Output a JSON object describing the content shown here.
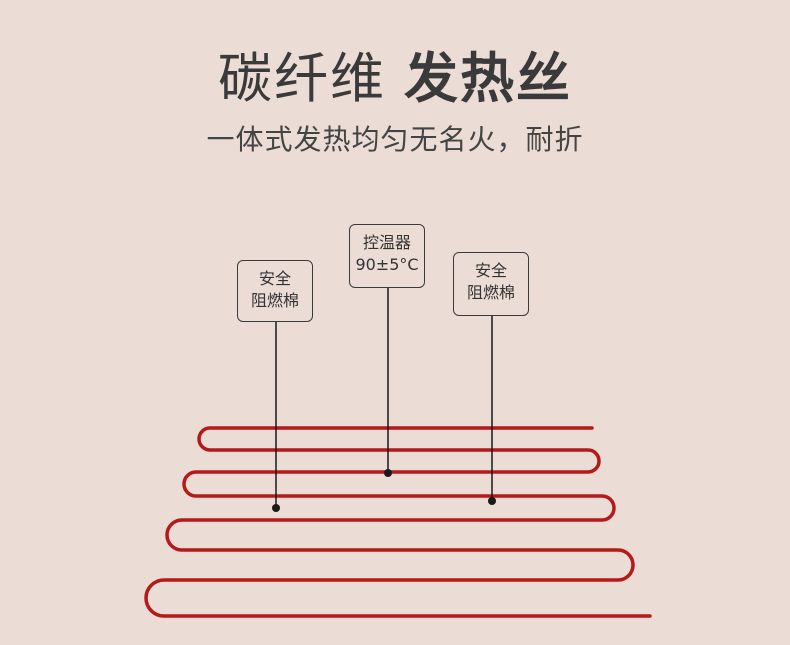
{
  "heading": {
    "title_light": "碳纤维",
    "title_bold": "发热丝",
    "subtitle": "一体式发热均匀无名火，耐折"
  },
  "callouts": {
    "left": {
      "line1": "安全",
      "line2": "阻燃棉"
    },
    "middle": {
      "line1": "控温器",
      "line2": "90±5°C"
    },
    "right": {
      "line1": "安全",
      "line2": "阻燃棉"
    }
  },
  "colors": {
    "background": "#ecdcd6",
    "heating_wire": "#b41a1a",
    "text": "#3a3a3a"
  }
}
